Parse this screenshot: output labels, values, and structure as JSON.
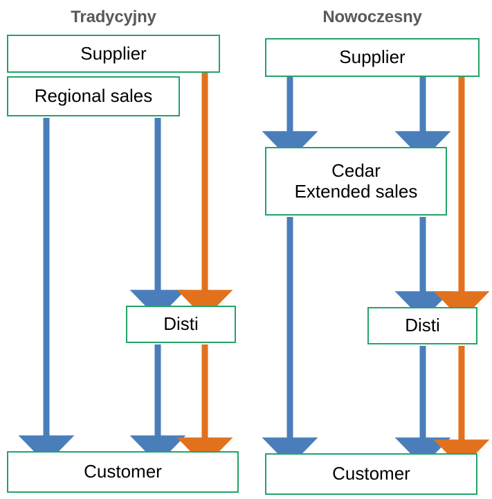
{
  "diagram": {
    "title_left": "Tradycyjny",
    "title_right": "Nowoczesny",
    "colors": {
      "box_border": "#21a366",
      "box_fill": "#ffffff",
      "title_text": "#595959",
      "node_text": "#000000",
      "flow_blue": "#4a7ebb",
      "flow_orange": "#e2711d"
    }
  },
  "columns": [
    {
      "id": "traditional",
      "title": "Tradycyjny",
      "nodes": [
        {
          "id": "supplier",
          "label": "Supplier"
        },
        {
          "id": "regional-sales",
          "label": "Regional sales"
        },
        {
          "id": "disti",
          "label": "Disti"
        },
        {
          "id": "customer",
          "label": "Customer"
        }
      ],
      "flows": [
        {
          "id": "regional-to-customer",
          "color": "blue",
          "from": "regional-sales",
          "to": "customer"
        },
        {
          "id": "regional-to-disti",
          "color": "blue",
          "from": "regional-sales",
          "to": "disti"
        },
        {
          "id": "disti-to-customer",
          "color": "blue",
          "from": "disti",
          "to": "customer"
        },
        {
          "id": "supplier-to-disti",
          "color": "orange",
          "from": "supplier",
          "to": "disti"
        },
        {
          "id": "disti-to-customer-2",
          "color": "orange",
          "from": "disti",
          "to": "customer"
        }
      ]
    },
    {
      "id": "modern",
      "title": "Nowoczesny",
      "nodes": [
        {
          "id": "supplier",
          "label": "Supplier"
        },
        {
          "id": "cedar",
          "label_line1": "Cedar",
          "label_line2": "Extended sales"
        },
        {
          "id": "disti",
          "label": "Disti"
        },
        {
          "id": "customer",
          "label": "Customer"
        }
      ],
      "flows": [
        {
          "id": "supplier-to-cedar-left",
          "color": "blue",
          "from": "supplier",
          "to": "cedar"
        },
        {
          "id": "supplier-to-cedar-right",
          "color": "blue",
          "from": "supplier",
          "to": "cedar"
        },
        {
          "id": "cedar-to-customer",
          "color": "blue",
          "from": "cedar",
          "to": "customer"
        },
        {
          "id": "cedar-to-disti",
          "color": "blue",
          "from": "cedar",
          "to": "disti"
        },
        {
          "id": "disti-to-customer",
          "color": "blue",
          "from": "disti",
          "to": "customer"
        },
        {
          "id": "supplier-to-disti",
          "color": "orange",
          "from": "supplier",
          "to": "disti"
        },
        {
          "id": "disti-to-customer-2",
          "color": "orange",
          "from": "disti",
          "to": "customer"
        }
      ]
    }
  ]
}
